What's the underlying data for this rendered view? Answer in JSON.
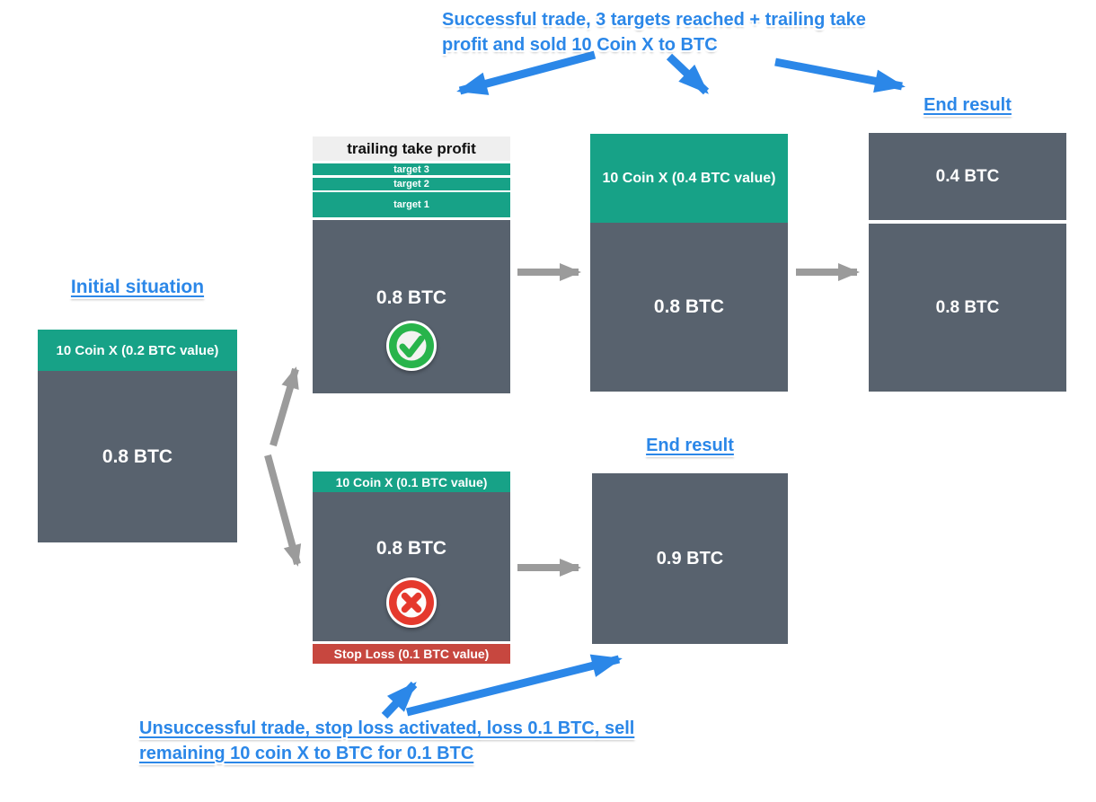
{
  "title": "Trailing take profit vs stop loss trade outcome diagram",
  "colors": {
    "accent_blue": "#2b87e8",
    "teal_green": "#17a287",
    "slate_gray": "#58626e",
    "alert_red": "#c7473f",
    "icon_green": "#28b44b",
    "icon_red": "#e5392d",
    "arrow_gray": "#9b9b9b",
    "panel_gray": "#efefef"
  },
  "annotations": {
    "success_note": "Successful trade, 3 targets reached + trailing take profit and sold 10 Coin X to BTC",
    "fail_note": "Unsuccessful trade, stop loss activated, loss 0.1 BTC, sell remaining 10 coin X to BTC for 0.1 BTC",
    "initial_label": "Initial situation",
    "end_result_top_label": "End result",
    "end_result_bottom_label": "End result"
  },
  "boxes": {
    "initial": {
      "header": "10 Coin X (0.2 BTC value)",
      "body": "0.8 BTC"
    },
    "trailing": {
      "title": "trailing take profit",
      "targets": [
        "target 3",
        "target 2",
        "target 1"
      ],
      "body": "0.8 BTC"
    },
    "mid_success": {
      "header": "10 Coin X (0.4 BTC value)",
      "body": "0.8 BTC"
    },
    "end_success": {
      "top_value": "0.4 BTC",
      "bottom_value": "0.8 BTC"
    },
    "stop_loss": {
      "header": "10 Coin X (0.1 BTC value)",
      "body": "0.8 BTC",
      "footer": "Stop Loss (0.1 BTC value)"
    },
    "end_fail": {
      "value": "0.9 BTC"
    }
  },
  "icons": {
    "success": "check-circle",
    "fail": "x-circle"
  }
}
